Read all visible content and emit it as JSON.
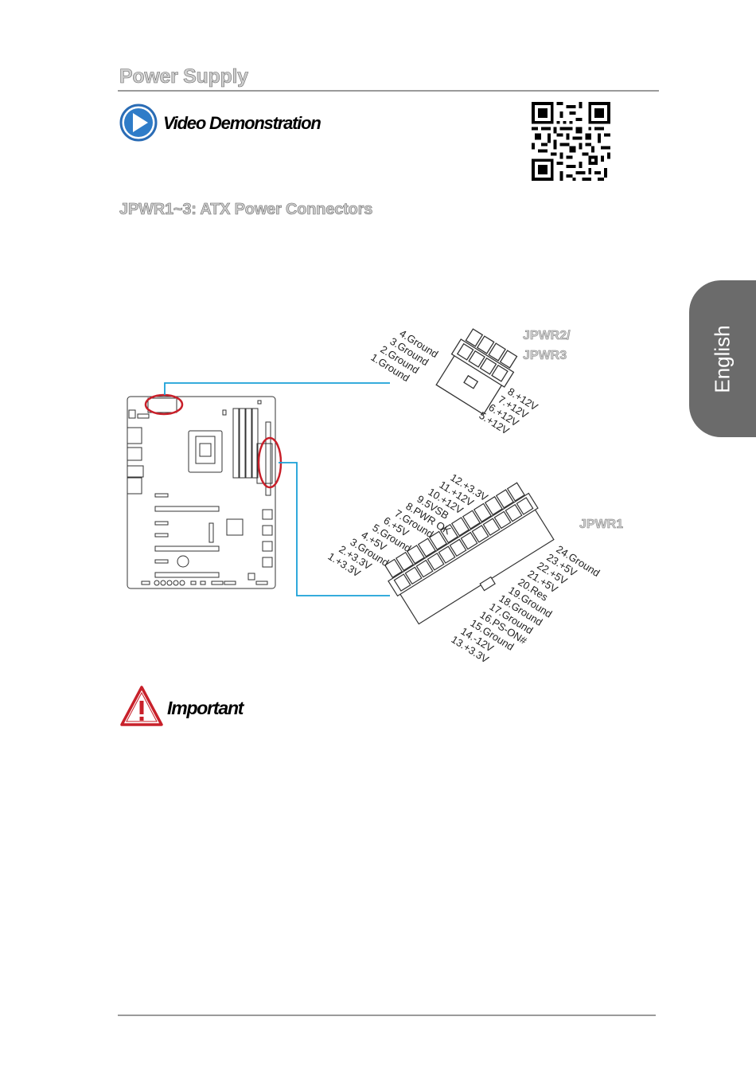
{
  "header": {
    "section_title": "Power Supply",
    "video_label": "Video Demonstration"
  },
  "connector_heading": "JPWR1~3: ATX Power Connectors",
  "side_tab": {
    "language": "English"
  },
  "diagram": {
    "jpwr23": {
      "title_line1": "JPWR2/",
      "title_line2": "JPWR3",
      "left_pins": [
        "4.Ground",
        "3.Ground",
        "2.Ground",
        "1.Ground"
      ],
      "right_pins": [
        "8.+12V",
        "7.+12V",
        "6.+12V",
        "5.+12V"
      ]
    },
    "jpwr1": {
      "title": "JPWR1",
      "left_pins": [
        "12.+3.3V",
        "11.+12V",
        "10.+12V",
        "9.5VSB",
        "8.PWR OK",
        "7.Ground",
        "6.+5V",
        "5.Ground",
        "4.+5V",
        "3.Ground",
        "2.+3.3V",
        "1.+3.3V"
      ],
      "right_pins": [
        "24.Ground",
        "23.+5V",
        "22.+5V",
        "21.+5V",
        "20.Res",
        "19.Ground",
        "18.Ground",
        "17.Ground",
        "16.PS-ON#",
        "15.Ground",
        "14.-12V",
        "13.+3.3V"
      ]
    },
    "colors": {
      "leader": "#1aa0d8",
      "highlight": "#c8202a"
    }
  },
  "important": {
    "label": "Important"
  }
}
